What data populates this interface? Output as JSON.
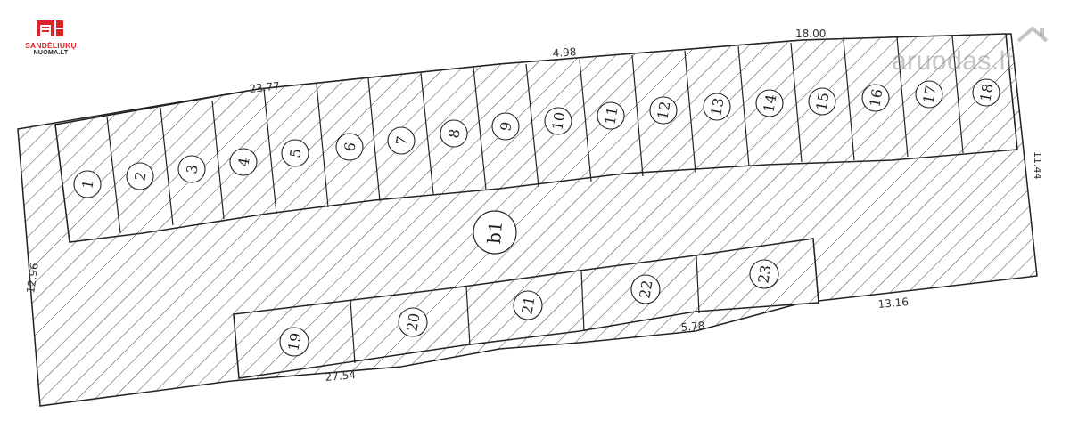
{
  "logo": {
    "line1": "SANDĖLIUKŲ",
    "line2": "NUOMA.LT",
    "color": "#d8232a"
  },
  "watermark": {
    "text": "aruodas.lt",
    "icon": "house-icon"
  },
  "dimensions": {
    "top_left": "23.77",
    "top_middle": "4.98",
    "top_right": "18.00",
    "right": "11.44",
    "left": "12.96",
    "bottom_right": "13.16",
    "bottom_middle": "5.78",
    "bottom_left": "27.54"
  },
  "corridor_label": "b1",
  "units_top": [
    "1",
    "2",
    "3",
    "4",
    "5",
    "6",
    "7",
    "8",
    "9",
    "10",
    "11",
    "12",
    "13",
    "14",
    "15",
    "16",
    "17",
    "18"
  ],
  "units_bottom": [
    "19",
    "20",
    "21",
    "22",
    "23"
  ],
  "colors": {
    "line": "#222222",
    "hatch": "#444444"
  }
}
